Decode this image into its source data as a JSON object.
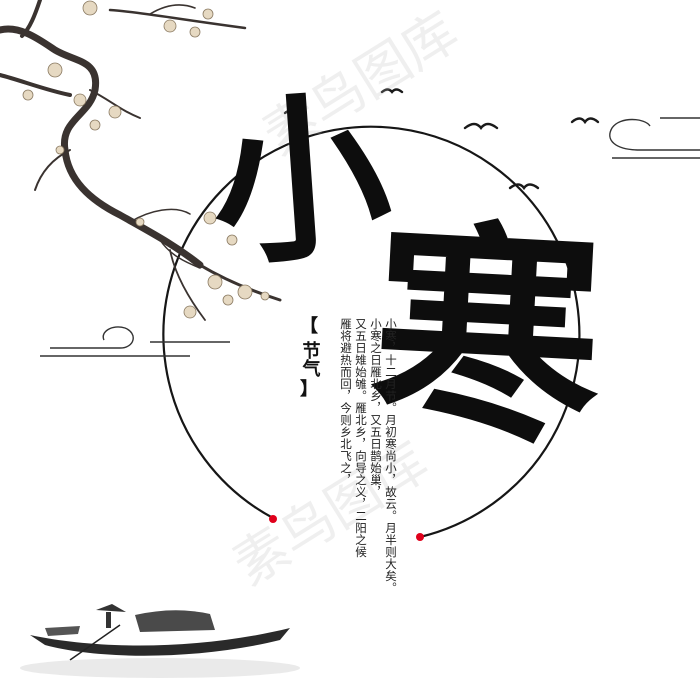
{
  "title": [
    "小",
    "寒"
  ],
  "tag": {
    "open": "【",
    "text": "节气",
    "close": "】"
  },
  "poem": [
    "小寒，十二月节。月初寒尚小，故云。月半则大矣。",
    "小寒之日雁北乡，又五日鹊始巢，",
    "又五日雉始雊。雁北乡，向导之义，二阳之候",
    "雁将避热而回，今则乡北飞之，"
  ],
  "watermark": "素鸟图库",
  "colors": {
    "ink": "#0d0d0d",
    "accent_dot": "#e0001b",
    "plum_blossom": "#e6d9c2",
    "branch": "#3a3330"
  }
}
